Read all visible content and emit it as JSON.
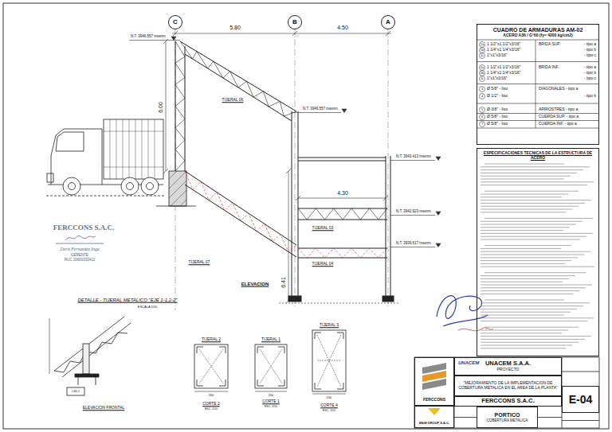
{
  "diagram": {
    "nodes": [
      {
        "text": [
          "C"
        ]
      },
      {
        "text": [
          "B"
        ]
      },
      {
        "text": [
          "A"
        ]
      },
      {
        "text": [
          "CUADRO DE ARMADURAS AM-02",
          "ACERO A36 / G°60 (fy= 4200 kg/cm2)"
        ]
      },
      {
        "text": [
          "ESPECIFICACIONES TECNICAS DE LA ESTRUCTURA DE ACERO"
        ]
      },
      {
        "text": [
          "FERCCONS"
        ]
      },
      {
        "text": [
          "M&M GROUP S.A.C."
        ]
      },
      {
        "text": [
          "UNACEM",
          "UNACEM S.A.A.",
          "PROYECTO"
        ]
      },
      {
        "text": [
          "\"MEJORAMIENTO DE LA IMPLEMENTACION DE COBERTURA METALICA EN EL AREA DE LA PLANTA\""
        ]
      },
      {
        "text": [
          "FERCCONS S.A.C."
        ]
      },
      {
        "text": [
          "PORTICO",
          "COBERTURA METALICA"
        ]
      },
      {
        "text": [
          "E-04"
        ]
      }
    ],
    "labels": [
      "5.80",
      "4.50",
      "N.T. 3946.557 mssnm",
      "N.T. 3946.557 mssnm",
      "N.T. 3943.413 mssnm",
      "N.T. 3942.923 mssnm",
      "N.T. 3939.617 mssnm",
      "6.00",
      "4.30",
      "6.41",
      "TIJERAL 06",
      "TIJERAL 03",
      "TIJERAL 04",
      "TIJERAL 07",
      "ELEVACION",
      "1a",
      "1 1/2\"x1 1/2\"x3/16\"",
      "1b",
      "1 1/4\"x1 1/4\"x3/16\"",
      "1c",
      "1\"x1\"x3/16\"",
      "BRIDA SUP.",
      "- tipo a",
      "- tipo b",
      "- tipo c",
      "2a",
      "1 1/2\"x1 1/2\"x3/16\"",
      "2b",
      "1 1/4\"x1 1/4\"x3/16\"",
      "2c",
      "1\"x1\"x3/16\"",
      "BRIDA INF.",
      "- tipo a",
      "- tipo b",
      "- tipo c",
      "3",
      "Ø 5/8\" - liso",
      "DIAGONALES - tipo a",
      "4",
      "Ø 1/2\" - liso",
      "- tipo b",
      "5",
      "Ø 3/8\" - liso",
      "ARRIOSTRES - tipo a",
      "6",
      "Ø 5/8\" - liso",
      "CUERDA SUP. - tipo a",
      "7",
      "Ø 5/8\" - liso",
      "CUERDA INF. - tipo a",
      "FERCCONS S.A.C.",
      "Doris Fernandez Inga",
      "GERENTE",
      "RUC 20600332412",
      "DETALLE - TIJERAL METALICO \"EJE 1-1,2-2\"",
      "ESCALA 1/50",
      "ELEVACION FRONTAL",
      "TIJERAL 2",
      "TIJERAL 1",
      "TIJERAL 3",
      "250",
      "250",
      "250",
      "CORTE 2",
      "ESC. 1/10",
      "CORTE 1",
      "ESC. 1/10",
      "CORTE 4",
      "ESC. 1/10",
      "CM-1"
    ]
  }
}
